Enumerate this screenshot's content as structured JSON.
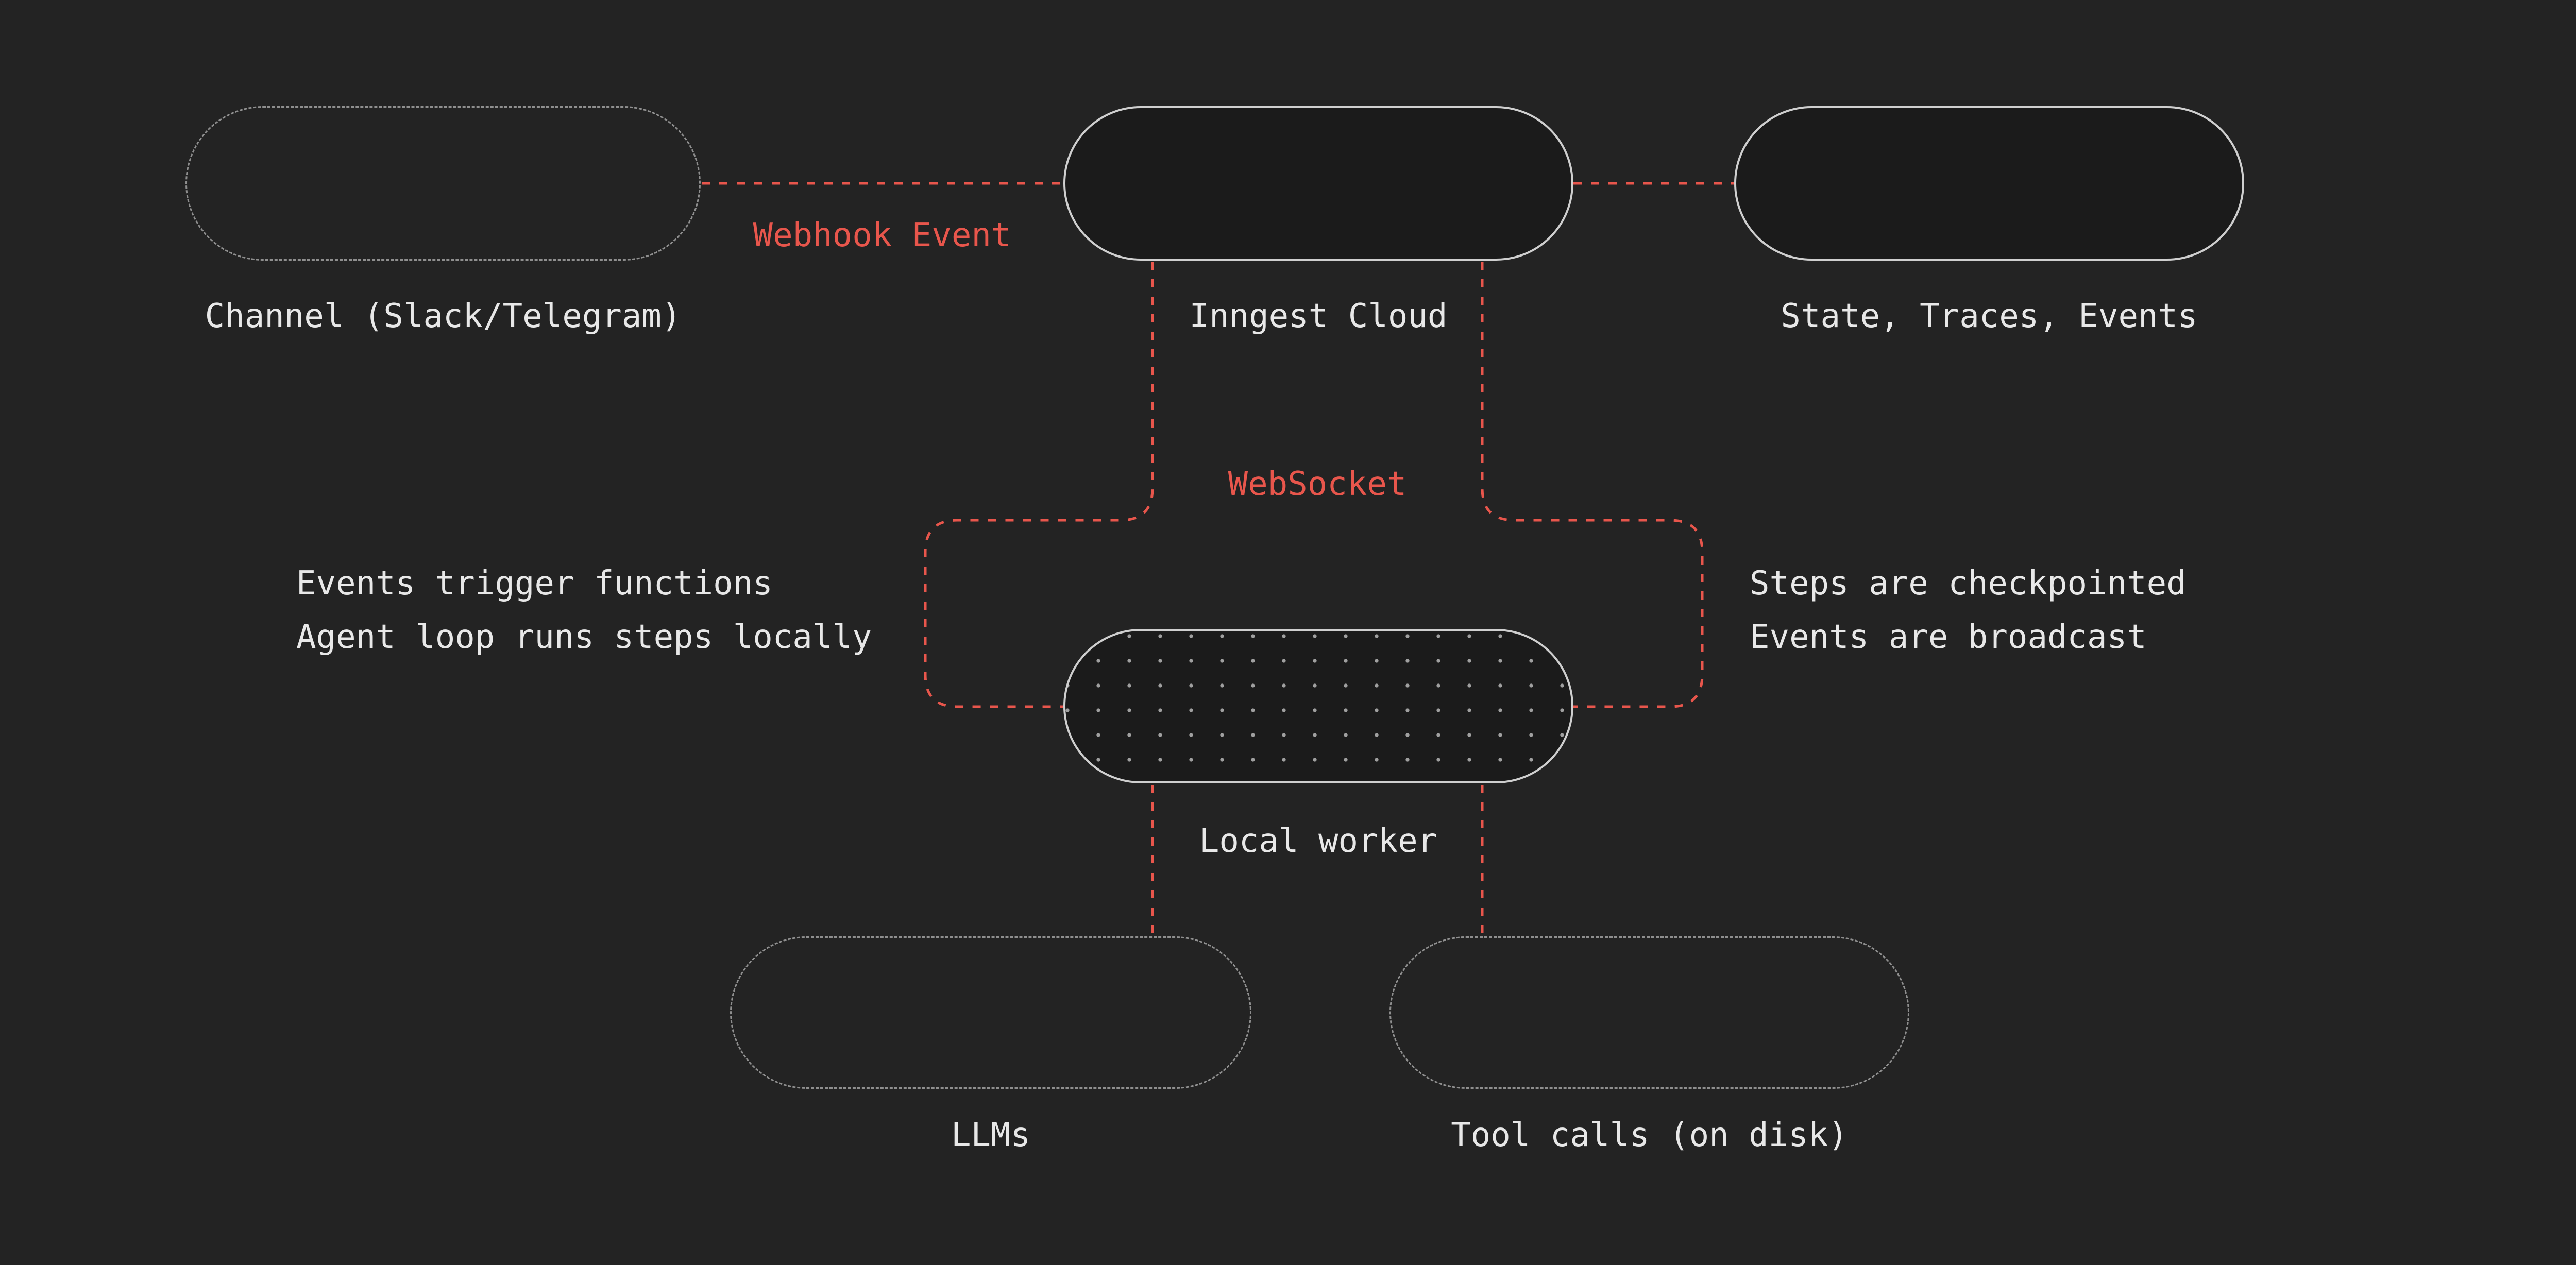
{
  "colors": {
    "background": "#232323",
    "accent": "#e8564c",
    "node_border_solid": "#cfcfcf",
    "node_border_dashed": "#8f8f8f",
    "node_fill": "#1b1b1b",
    "text": "#e8e8e8"
  },
  "nodes": {
    "channel": {
      "label": "Channel (Slack/Telegram)"
    },
    "inngest": {
      "label": "Inngest Cloud"
    },
    "state": {
      "label": "State, Traces, Events"
    },
    "worker": {
      "label": "Local worker"
    },
    "llms": {
      "label": "LLMs"
    },
    "tools": {
      "label": "Tool calls (on disk)"
    }
  },
  "edges": {
    "webhook": {
      "label": "Webhook Event"
    },
    "websocket": {
      "label": "WebSocket"
    }
  },
  "annotations": {
    "left": [
      "Events trigger functions",
      "Agent loop runs steps locally"
    ],
    "right": [
      "Steps are checkpointed",
      "Events are broadcast"
    ]
  }
}
